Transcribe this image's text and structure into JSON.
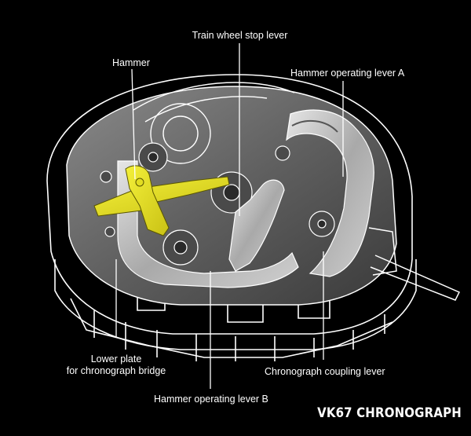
{
  "title": "VK67 CHRONOGRAPH",
  "labels": {
    "train_wheel_stop_lever": "Train wheel stop lever",
    "hammer": "Hammer",
    "hammer_operating_lever_a": "Hammer operating lever A",
    "lower_plate_line1": "Lower plate",
    "lower_plate_line2": "for chronograph bridge",
    "chronograph_coupling_lever": "Chronograph coupling lever",
    "hammer_operating_lever_b": "Hammer operating lever B"
  },
  "colors": {
    "background": "#000000",
    "outline": "#ffffff",
    "plate": "#6f6f6f",
    "highlight_yellow": "#e7e02a",
    "lever_silver": "#bdbdbd"
  }
}
